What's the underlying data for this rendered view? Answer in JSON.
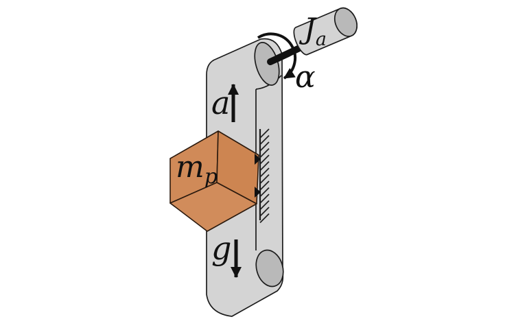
{
  "diagram": {
    "description": "Belt drive with actuator inertia, payload mass on linear guide",
    "labels": {
      "belt_acceleration": "a",
      "gravity": "g",
      "payload_mass_base": "m",
      "payload_mass_sub": "p",
      "actuator_inertia_base": "J",
      "actuator_inertia_sub": "a",
      "angular_acceleration": "α"
    },
    "colors": {
      "belt": "#d4d4d4",
      "pulley": "#b9b9b9",
      "cube_left": "#d08a58",
      "cube_right": "#cd8551",
      "cube_bottom": "#d18c5b",
      "ink": "#111111",
      "background": "#ffffff"
    }
  }
}
